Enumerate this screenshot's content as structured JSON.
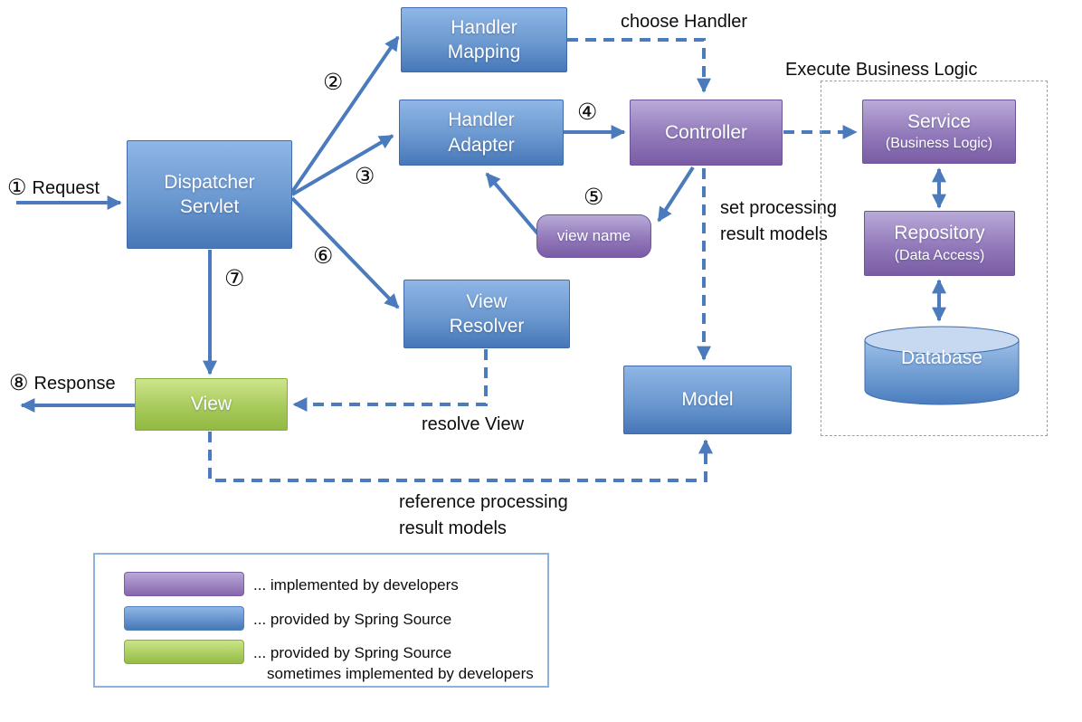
{
  "colors": {
    "box_blue_top": "#8fb6e6",
    "box_blue_bottom": "#4677b8",
    "box_purple_top": "#b9aad8",
    "box_purple_bottom": "#7a5ca5",
    "box_green_top": "#cde58c",
    "box_green_bottom": "#92ba42",
    "arrow": "#4b7bbd",
    "container_border": "#7fa8d9",
    "text": "#0d0d0d"
  },
  "nodes": {
    "handler_mapping": {
      "label": "Handler Mapping"
    },
    "handler_adapter": {
      "label": "Handler Adapter"
    },
    "dispatcher_servlet": {
      "label": "Dispatcher Servlet"
    },
    "controller": {
      "label": "Controller"
    },
    "view_name": {
      "label": "view name"
    },
    "service": {
      "title": "Service",
      "subtitle": "(Business Logic)"
    },
    "repository": {
      "title": "Repository",
      "subtitle": "(Data Access)"
    },
    "database": {
      "label": "Database"
    },
    "view_resolver": {
      "label": "View Resolver"
    },
    "view": {
      "label": "View"
    },
    "model": {
      "label": "Model"
    }
  },
  "annotations": {
    "request_num": "①",
    "request_label": "Request",
    "response_num": "⑧",
    "response_label": "Response",
    "choose_handler": "choose Handler",
    "execute_business_logic": "Execute Business Logic",
    "set_processing_line1": "set processing",
    "set_processing_line2": "result models",
    "resolve_view": "resolve View",
    "reference_line1": "reference processing",
    "reference_line2": "result models"
  },
  "steps": {
    "s2": "②",
    "s3": "③",
    "s4": "④",
    "s5": "⑤",
    "s6": "⑥",
    "s7": "⑦"
  },
  "legend": {
    "items": [
      {
        "color": "purple",
        "lines": [
          "... implemented by developers"
        ]
      },
      {
        "color": "blue",
        "lines": [
          "... provided by Spring Source"
        ]
      },
      {
        "color": "green",
        "lines": [
          "... provided by Spring Source",
          "sometimes implemented by developers"
        ]
      }
    ]
  }
}
